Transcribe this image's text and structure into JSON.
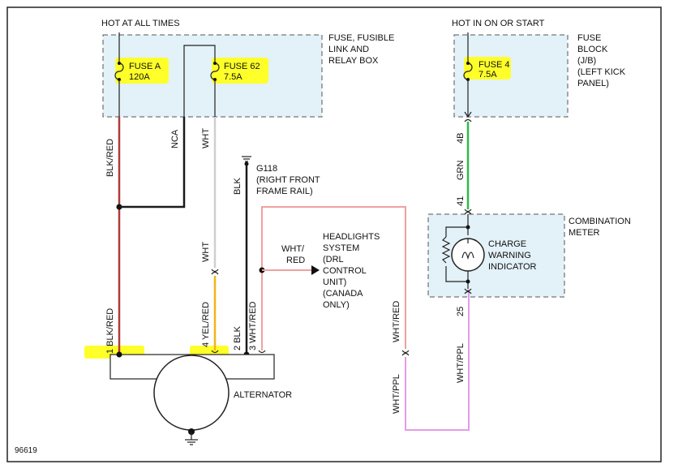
{
  "hot_at_all_times": "HOT AT ALL TIMES",
  "hot_in_on_or_start": "HOT IN ON OR START",
  "fuse_box_left": {
    "lines": [
      "FUSE, FUSIBLE",
      "LINK AND",
      "RELAY BOX"
    ]
  },
  "fuse_box_right": {
    "lines": [
      "FUSE",
      "BLOCK",
      "(J/B)",
      "(LEFT KICK",
      "PANEL)"
    ]
  },
  "fuse_a": {
    "name": "FUSE A",
    "rating": "120A"
  },
  "fuse_62": {
    "name": "FUSE 62",
    "rating": "7.5A"
  },
  "fuse_4": {
    "name": "FUSE 4",
    "rating": "7.5A"
  },
  "wires": {
    "blk_red_top": "BLK/RED",
    "nca": "NCA",
    "wht_top": "WHT",
    "blk": "BLK",
    "grn": "GRN",
    "pin_4b": "4B",
    "pin_41": "41",
    "pin_25": "25",
    "wht_mid": "WHT",
    "wht_slash": "WHT/",
    "red": "RED",
    "wht_red_right": "WHT/RED",
    "wht_ppl_right": "WHT/PPL",
    "wht_ppl_bottom": "WHT/PPL",
    "alt_pin_1": "1 BLK/RED",
    "alt_pin_4": "4 YEL/RED",
    "alt_pin_2": "2 BLK",
    "alt_pin_3": "3 WHT/RED"
  },
  "ground": {
    "lines": [
      "G118",
      "(RIGHT FRONT",
      "FRAME RAIL)"
    ]
  },
  "headlights": {
    "lines": [
      "HEADLIGHTS",
      "SYSTEM",
      "(DRL",
      "CONTROL",
      "UNIT)",
      "(CANADA",
      "ONLY)"
    ]
  },
  "combination_meter": {
    "lines": [
      "COMBINATION",
      "METER"
    ]
  },
  "charge_indicator": {
    "lines": [
      "CHARGE",
      "WARNING",
      "INDICATOR"
    ]
  },
  "alternator": "ALTERNATOR",
  "figure_id": "96619",
  "colors": {
    "box_fill": "#e3f1f8",
    "highlight": "#ffff2a",
    "blk_red": "#b03a3a",
    "wht_red": "#f0a0a0",
    "wht_ppl": "#e49be8",
    "grn": "#2fb84a",
    "yel_red": "#f2b21c"
  }
}
